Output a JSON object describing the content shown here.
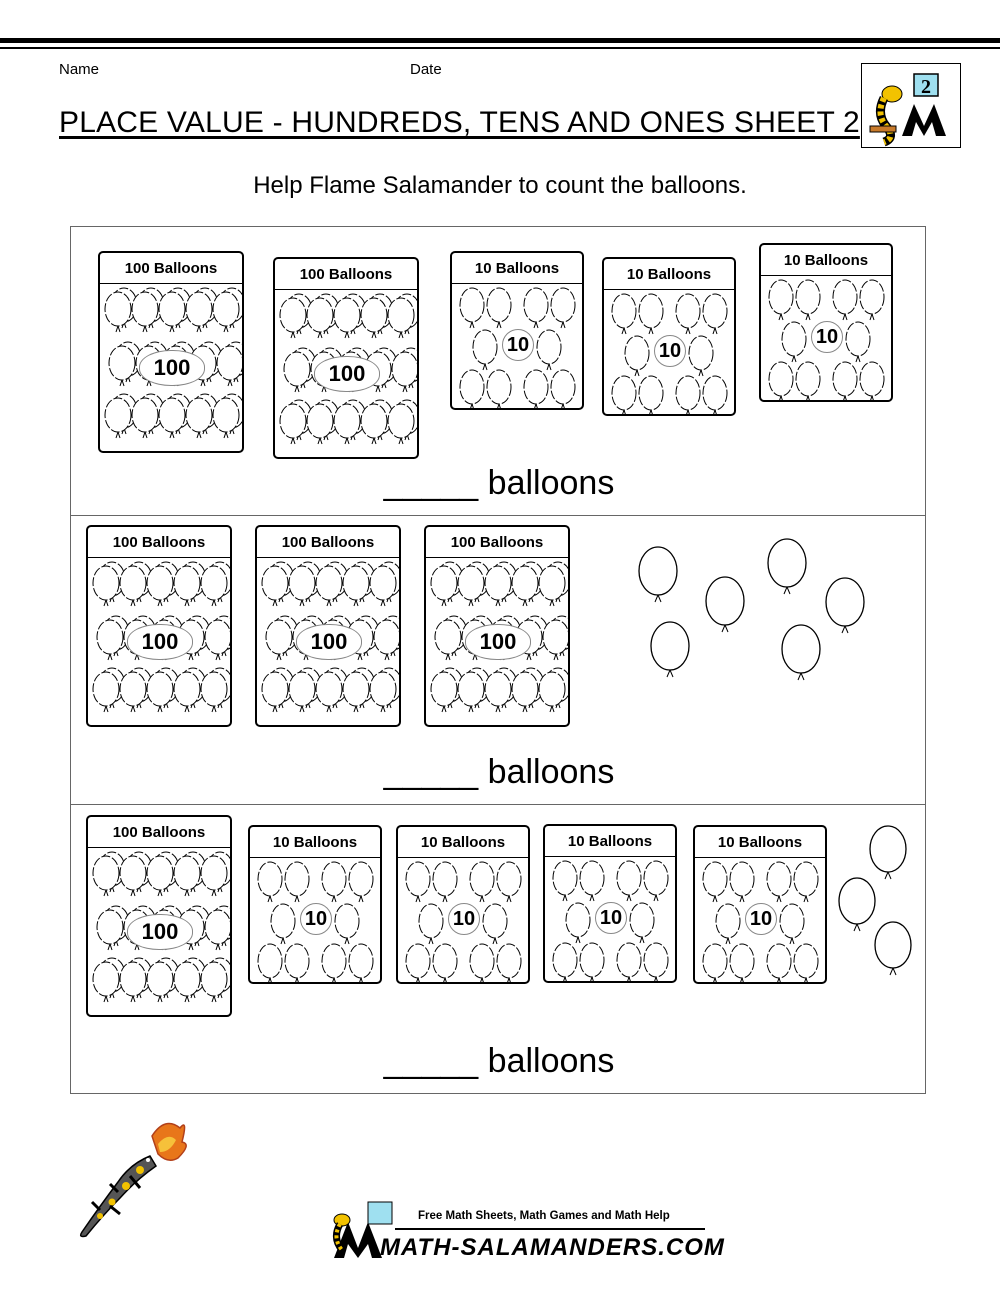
{
  "header": {
    "name_label": "Name",
    "date_label": "Date",
    "title": "PLACE VALUE - HUNDREDS, TENS AND ONES SHEET 2",
    "grade_badge": "2"
  },
  "instruction": "Help Flame Salamander to count the balloons.",
  "rows": [
    {
      "answer": "_____ balloons",
      "cards": [
        {
          "label": "100 Balloons",
          "value": "100"
        },
        {
          "label": "100 Balloons",
          "value": "100"
        },
        {
          "label": "10 Balloons",
          "value": "10"
        },
        {
          "label": "10 Balloons",
          "value": "10"
        },
        {
          "label": "10 Balloons",
          "value": "10"
        }
      ],
      "loose_balloons": 0
    },
    {
      "answer": "_____ balloons",
      "cards": [
        {
          "label": "100 Balloons",
          "value": "100"
        },
        {
          "label": "100 Balloons",
          "value": "100"
        },
        {
          "label": "100 Balloons",
          "value": "100"
        }
      ],
      "loose_balloons": 6
    },
    {
      "answer": "_____ balloons",
      "cards": [
        {
          "label": "100 Balloons",
          "value": "100"
        },
        {
          "label": "10 Balloons",
          "value": "10"
        },
        {
          "label": "10 Balloons",
          "value": "10"
        },
        {
          "label": "10 Balloons",
          "value": "10"
        },
        {
          "label": "10 Balloons",
          "value": "10"
        }
      ],
      "loose_balloons": 3
    }
  ],
  "footer": {
    "tagline": "Free Math Sheets, Math Games and Math Help",
    "site": "MATH-SALAMANDERS.COM"
  },
  "icons": [
    "salamander-logo-icon",
    "balloon-icon",
    "flame-salamander-icon"
  ]
}
